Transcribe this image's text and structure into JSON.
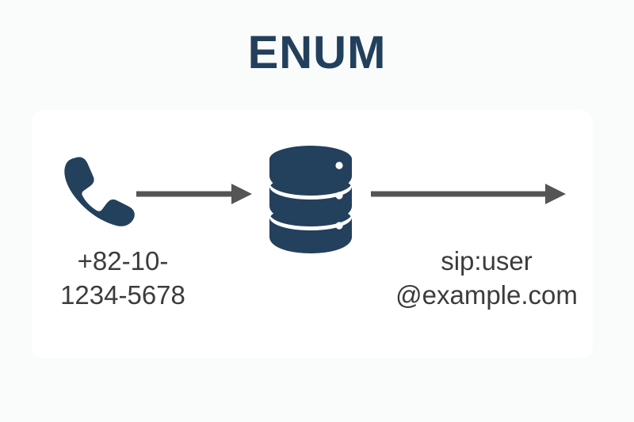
{
  "title": "ENUM",
  "colors": {
    "navy": "#23405c",
    "arrow_gray": "#555555",
    "text_gray": "#3c3c3c",
    "panel_bg": "#ffffff",
    "page_bg": "#fafbfb"
  },
  "diagram": {
    "source": {
      "icon": "phone-handset-icon",
      "label_lines": [
        "+82-10-",
        "1234-5678"
      ],
      "label_full": "+82-10-1234-5678"
    },
    "processor": {
      "icon": "database-cylinder-icon",
      "label": ""
    },
    "target": {
      "label_lines": [
        "sip:user",
        "@example.com"
      ],
      "label_full": "sip:user@example.com"
    },
    "arrows": [
      {
        "name": "arrow-phone-to-database",
        "direction": "right"
      },
      {
        "name": "arrow-database-to-sip",
        "direction": "right"
      }
    ]
  }
}
